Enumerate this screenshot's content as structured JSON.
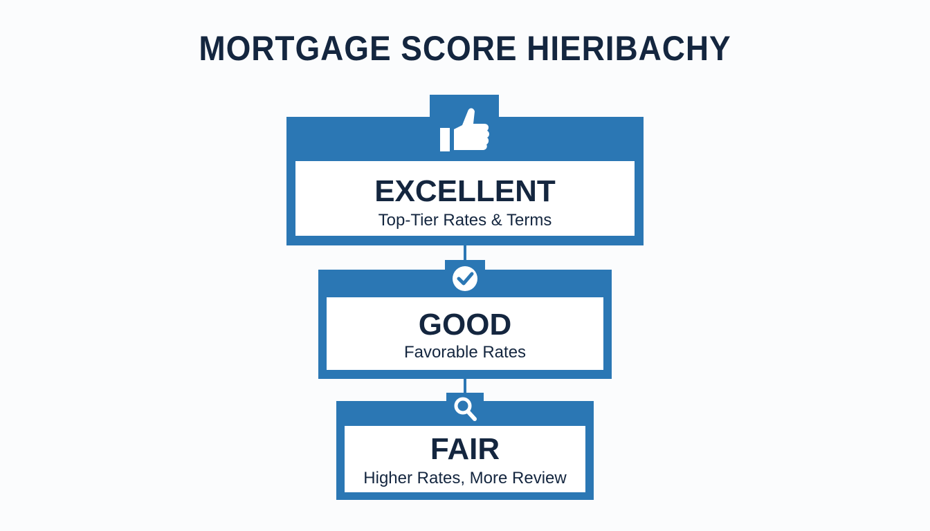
{
  "title": "MORTGAGE SCORE HIERIBACHY",
  "colors": {
    "accent": "#2b77b4",
    "text": "#14263f",
    "background": "#fbfcfd"
  },
  "tiers": [
    {
      "level": "EXCELLENT",
      "description": "Top-Tier Rates & Terms",
      "icon": "thumbs-up-icon"
    },
    {
      "level": "GOOD",
      "description": "Favorable Rates",
      "icon": "checkmark-circle-icon"
    },
    {
      "level": "FAIR",
      "description": "Higher Rates, More Review",
      "icon": "magnifying-glass-icon"
    }
  ]
}
